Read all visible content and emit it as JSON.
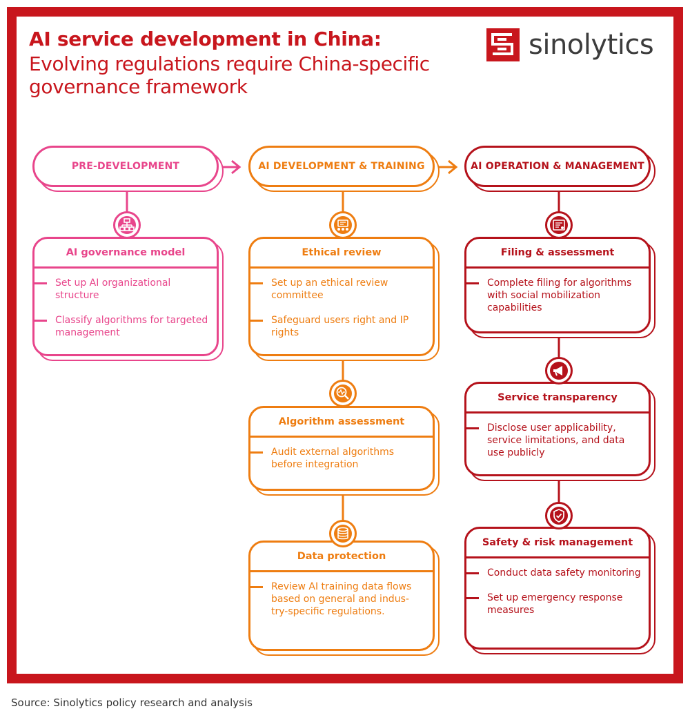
{
  "header": {
    "title_main": "AI service development in China:",
    "title_sub": "Evolving regulations require China-specific governance framework"
  },
  "logo": {
    "text": "sinolytics",
    "color": "#c8161d"
  },
  "colors": {
    "frame": "#c8161d",
    "pink": "#e8458b",
    "orange": "#ee7d11",
    "red": "#b5121b"
  },
  "phases": [
    {
      "label": "PRE-DEVELOPMENT"
    },
    {
      "label": "AI DEVELOPMENT & TRAINING"
    },
    {
      "label": "AI OPERATION & MANAGEMENT"
    }
  ],
  "cards": {
    "governance": {
      "title": "AI governance model",
      "icon": "org-chart-icon",
      "bullets": [
        "Set up AI organizational structure",
        "Classify algorithms for targeted management"
      ]
    },
    "ethical": {
      "title": "Ethical review",
      "icon": "meeting-icon",
      "bullets": [
        "Set up an ethical review committee",
        "Safeguard users right and IP rights"
      ]
    },
    "algorithm": {
      "title": "Algorithm assessment",
      "icon": "magnifier-icon",
      "bullets": [
        "Audit external algorithms before integration"
      ]
    },
    "data": {
      "title": "Data protection",
      "icon": "database-icon",
      "bullets": [
        "Review AI training data flows based on general and indus-try-specific regulations."
      ]
    },
    "filing": {
      "title": "Filing & assessment",
      "icon": "document-icon",
      "bullets": [
        "Complete filing for algorithms with social mobilization capabilities"
      ]
    },
    "transparency": {
      "title": "Service transparency",
      "icon": "megaphone-icon",
      "bullets": [
        "Disclose user applicability, service limitations, and data use publicly"
      ]
    },
    "safety": {
      "title": "Safety & risk management",
      "icon": "shield-icon",
      "bullets": [
        "Conduct data safety monitoring",
        "Set up emergency response measures"
      ]
    }
  },
  "footer": {
    "source": "Source: Sinolytics policy research and analysis"
  }
}
